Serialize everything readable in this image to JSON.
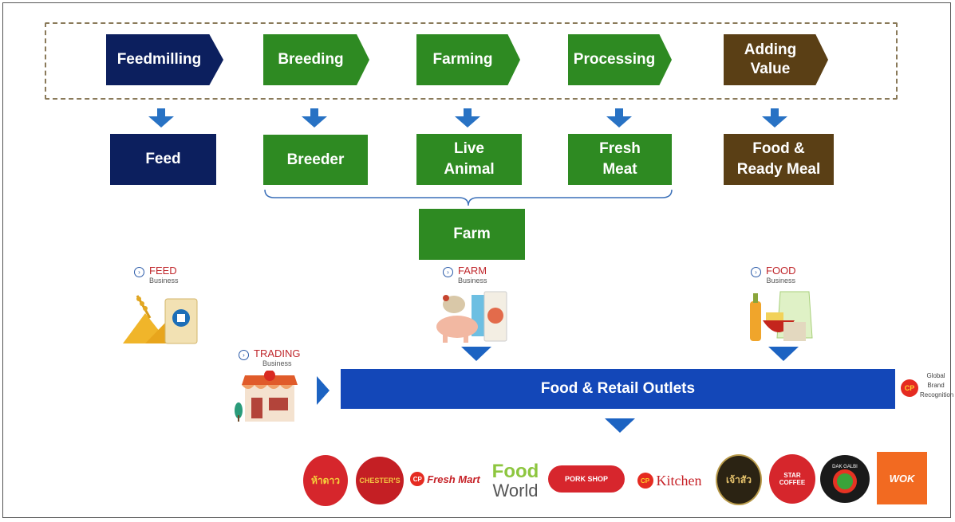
{
  "stages": [
    "Feedmilling",
    "Breeding",
    "Farming",
    "Processing",
    "Adding\nValue"
  ],
  "products": [
    "Feed",
    "Breeder",
    "Live\nAnimal",
    "Fresh\nMeat",
    "Food &\nReady Meal"
  ],
  "farm_label": "Farm",
  "businesses": {
    "feed": {
      "title": "FEED",
      "sub": "Business"
    },
    "farm": {
      "title": "FARM",
      "sub": "Business"
    },
    "food": {
      "title": "FOOD",
      "sub": "Business"
    },
    "trading": {
      "title": "TRADING",
      "sub": "Business"
    }
  },
  "outlets_label": "Food & Retail Outlets",
  "global_brand": {
    "mark": "CP",
    "text": "Global Brand Recognition"
  },
  "brands": {
    "five_star": "ห้าดาว",
    "chesters": "CHESTER'S",
    "freshmart": "Fresh Mart",
    "cp_mark": "CP",
    "foodworld_1": "Food",
    "foodworld_2": "World",
    "porkshop": "PORK SHOP",
    "kitchen": "Kitchen",
    "chaosiw": "เจ้าสัว",
    "starcoffee": "STAR COFFEE",
    "dak_galbi": "DAK GALBI",
    "wok": "WOK"
  },
  "colors": {
    "navy": "#0c1f5e",
    "green": "#2e8a22",
    "brown": "#5a3f15",
    "arrow_blue": "#2872c4",
    "outlet_blue": "#1347b8",
    "business_red": "#c0282d"
  }
}
